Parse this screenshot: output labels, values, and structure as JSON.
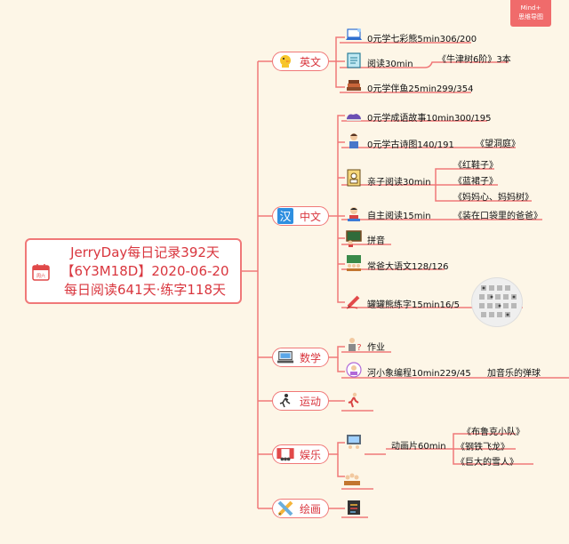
{
  "badge": {
    "line1": "Mind+",
    "line2": "思维导图"
  },
  "root": {
    "lines": [
      "JerryDay每日记录392天",
      "【6Y3M18D】2020-06-20",
      "每日阅读641天·练字118天"
    ],
    "calendar_label": "周六"
  },
  "categories": [
    {
      "label": "英文",
      "icon": "duck-icon"
    },
    {
      "label": "中文",
      "icon": "han-character-icon"
    },
    {
      "label": "数学",
      "icon": "laptop-icon"
    },
    {
      "label": "运动",
      "icon": "runner-icon"
    },
    {
      "label": "娱乐",
      "icon": "theater-icon"
    },
    {
      "label": "绘画",
      "icon": "pencil-ruler-icon"
    }
  ],
  "english": [
    {
      "text": "0元学七彩熊5min306/200",
      "icon": "laptop-blue-icon"
    },
    {
      "text": "阅读30min",
      "icon": "notepad-icon",
      "sub": "《牛津树6阶》3本"
    },
    {
      "text": "0元学伴鱼25min299/354",
      "icon": "book-stack-icon"
    }
  ],
  "chinese": [
    {
      "text": "0元学成语故事10min300/195",
      "icon": "sneaker-icon"
    },
    {
      "text": "0元学古诗图140/191",
      "icon": "teacher-icon",
      "sub": [
        "《望洞庭》"
      ]
    },
    {
      "text": "亲子阅读30min",
      "icon": "reader-book-icon",
      "sub": [
        "《红鞋子》",
        "《蓝裙子》",
        "《妈妈心、妈妈树》"
      ]
    },
    {
      "text": "自主阅读15min",
      "icon": "student-icon",
      "sub": [
        "《装在口袋里的爸爸》"
      ]
    },
    {
      "text": "拼音",
      "icon": "chalkboard-icon"
    },
    {
      "text": "常爸大语文128/126",
      "icon": "classroom-icon"
    },
    {
      "text": "罐罐熊练字15min16/5",
      "icon": "pencil-write-icon"
    }
  ],
  "math": [
    {
      "text": "作业",
      "icon": "question-person-icon"
    },
    {
      "text": "河小象编程10min229/45",
      "icon": "programmer-icon",
      "sub": "加音乐的弹球"
    }
  ],
  "sport": [
    {
      "icon": "running-girl-icon"
    }
  ],
  "entertainment": [
    {
      "text": "动画片60min",
      "icon": "tv-icon",
      "sub": [
        "《布鲁克小队》",
        "《钢铁飞龙》",
        "《巨大的雪人》"
      ]
    },
    {
      "icon": "audience-icon"
    }
  ],
  "drawing": [
    {
      "icon": "notebook-icon"
    }
  ],
  "colors": {
    "line": "#f07878",
    "accent": "#d9363e",
    "background": "#fdf6e7"
  }
}
